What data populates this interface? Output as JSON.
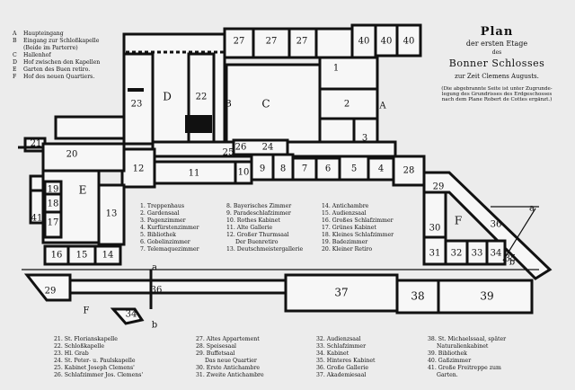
{
  "title": {
    "line1": "Plan",
    "line2": "der ersten Etage",
    "line3": "des",
    "line4": "Bonner Schlosses",
    "line5": "zur Zeit Clemens Augusts.",
    "note1": "(Die abgebrannte Seite ist unter Zugrunde-",
    "note2": "legung des Grundrisses des Erdgeschosses",
    "note3": "nach dem Plane Robert de Cottes ergänzt.)"
  },
  "legend_letters": [
    {
      "key": "A",
      "text": "Haupteingang"
    },
    {
      "key": "B",
      "text": "Eingang zur Schloßkapelle"
    },
    {
      "key": "",
      "text": "(Beide im Parterre)"
    },
    {
      "key": "C",
      "text": "Hallenhof"
    },
    {
      "key": "D",
      "text": "Hof zwischen den Kapellen"
    },
    {
      "key": "E",
      "text": "Garten des Buen retiro."
    },
    {
      "key": "F",
      "text": "Hof des neuen Quartiers."
    }
  ],
  "legend_numbers_col1": [
    "1. Treppenhaus",
    "2. Gardensaal",
    "3. Pagenzimmer",
    "4. Kurfürstenzimmer",
    "5. Bibliothek",
    "6. Gobelinzimmer",
    "7. Telemaquezimmer"
  ],
  "legend_numbers_col2": [
    "8. Bayerisches Zimmer",
    "9. Paradeschlafzimmer",
    "10. Rothes Kabinet",
    "11. Alte Gallerie",
    "12. Großer Thurmsaal",
    "Der Buenretiro",
    "13. Deutschmeistergallerie"
  ],
  "legend_numbers_col3": [
    "14. Antichambre",
    "15. Audienzsaal",
    "16. Großes Schlafzimmer",
    "17. Grünes Kabinet",
    "18. Kleines Schlafzimmer",
    "19. Badezimmer",
    "20. Kleiner Retiro"
  ],
  "legend_bottom_col1": [
    "21. St. Florianskapelle",
    "22. Schloßkapelle",
    "23. Hl. Grab",
    "24. St. Peter- u. Paulskapelle",
    "25. Kabinet Joseph Clemens'",
    "26. Schlafzimmer Jos. Clemens'"
  ],
  "legend_bottom_col2": [
    "27. Altes Appartement",
    "28. Speisesaal",
    "29. Buffetsaal",
    "Das neue Quartier",
    "30. Erste Antichambre",
    "31. Zweite Antichambre"
  ],
  "legend_bottom_col3": [
    "32. Audienzsaal",
    "33. Schlafzimmer",
    "34. Kabinet",
    "35. Hinteres Kabinet",
    "36. Große Gallerie",
    "37. Akademiesaal"
  ],
  "legend_bottom_col4": [
    "38. St. Michaelssaal, später",
    "Naturalienkabinet",
    "39. Bibliothek",
    "40. Gaßzimmer",
    "41. Große Freitreppe zum",
    "Garten."
  ],
  "plan_labels": {
    "A": "A",
    "B": "B",
    "C": "C",
    "D": "D",
    "E": "E",
    "F": "F",
    "Fb": "F",
    "a": "a",
    "b": "b",
    "a2": "a",
    "b2": "b",
    "r1": "1",
    "r2": "2",
    "r3": "3",
    "r4": "4",
    "r5": "5",
    "r6": "6",
    "r7": "7",
    "r8": "8",
    "r9": "9",
    "r10": "10",
    "r11": "11",
    "r12": "12",
    "r13": "13",
    "r14": "14",
    "r15": "15",
    "r16": "16",
    "r17": "17",
    "r18": "18",
    "r19": "19",
    "r20": "20",
    "r21": "21",
    "r22": "22",
    "r23": "23",
    "r24": "24",
    "r25": "25",
    "r26": "26",
    "r27a": "27",
    "r27b": "27",
    "r27c": "27",
    "r28": "28",
    "r29": "29",
    "r29b": "29",
    "r30": "30",
    "r31": "31",
    "r32": "32",
    "r33": "33",
    "r34": "34",
    "r34b": "34",
    "r35": "35",
    "r36": "36",
    "r36b": "36",
    "r37": "37",
    "r38": "38",
    "r39": "39",
    "r40a": "40",
    "r40b": "40",
    "r40c": "40",
    "r41": "41",
    "r33b": "33"
  }
}
